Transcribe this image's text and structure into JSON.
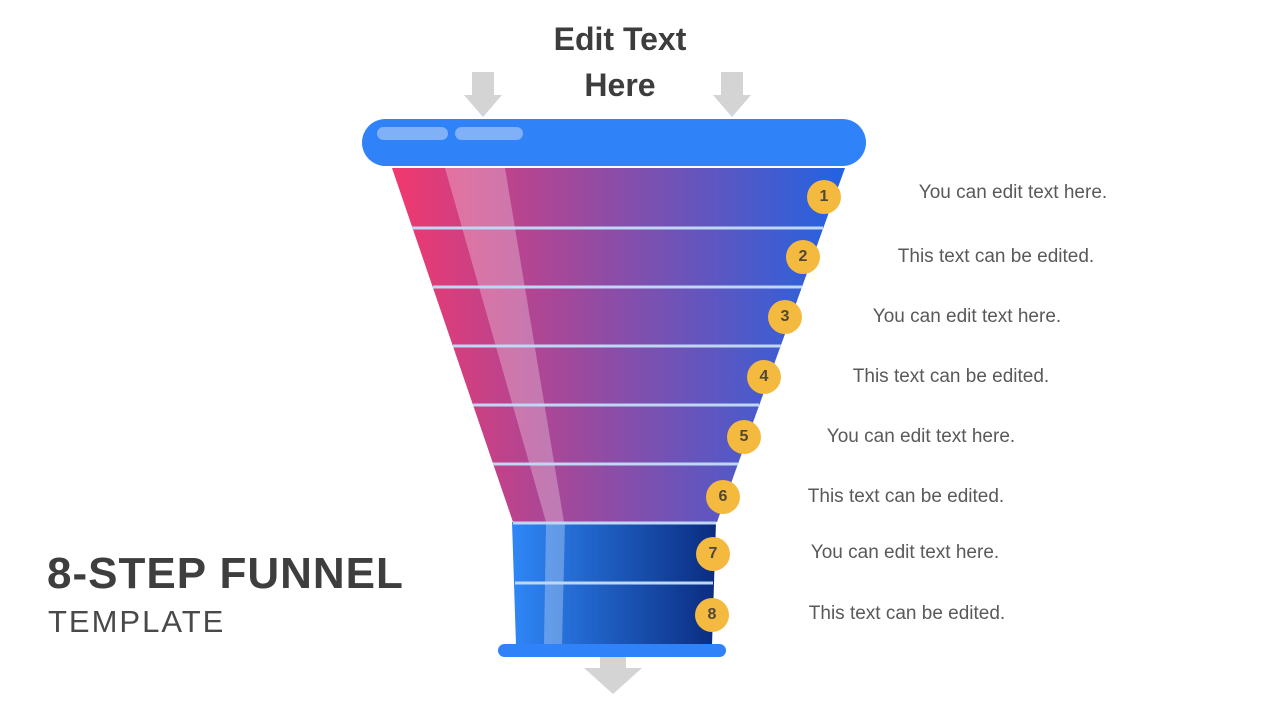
{
  "slide": {
    "placeholder_title": {
      "lines": [
        "Edit Text",
        "Here"
      ]
    },
    "footer_title": {
      "heading": "8-STEP FUNNEL",
      "subheading": "TEMPLATE"
    },
    "steps": [
      {
        "number": "1",
        "label": "You can edit text here."
      },
      {
        "number": "2",
        "label": "This text can be edited."
      },
      {
        "number": "3",
        "label": "You can edit text here."
      },
      {
        "number": "4",
        "label": "This text can be edited."
      },
      {
        "number": "5",
        "label": "You can edit text here."
      },
      {
        "number": "6",
        "label": "This text can be edited."
      },
      {
        "number": "7",
        "label": "You can edit text here."
      },
      {
        "number": "8",
        "label": "This text can be edited."
      }
    ],
    "icons": [
      "down-arrow-left-icon",
      "down-arrow-right-icon",
      "down-arrow-bottom-icon"
    ],
    "colors": {
      "funnel_pink": "#F2386E",
      "funnel_blue": "#2163E2",
      "spout_blue_light": "#2F87F7",
      "spout_blue_dark": "#0A2C80",
      "rim_blue": "#3082F8",
      "rim_pill_blue": "#7FB0F8",
      "divider_line": "#BFD6F4",
      "step_circle_yellow": "#F4BA3F",
      "step_number_text": "#4E4838",
      "arrow_gray": "#D4D4D4",
      "label_text_gray": "#595959",
      "heading_gray": "#3E3E3E"
    }
  }
}
